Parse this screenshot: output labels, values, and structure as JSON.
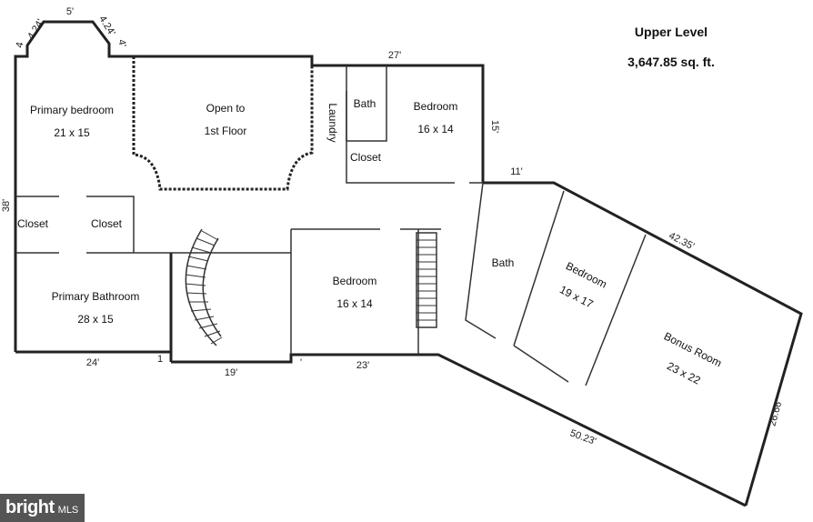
{
  "header": {
    "title": "Upper Level",
    "area": "3,647.85 sq. ft."
  },
  "rooms": {
    "primary_bedroom": {
      "name": "Primary bedroom",
      "size": "21 x 15"
    },
    "open_to": {
      "line1": "Open to",
      "line2": "1st Floor"
    },
    "laundry": "Laundry",
    "bath_small": "Bath",
    "closet_small": "Closet",
    "bedroom_ne": {
      "name": "Bedroom",
      "size": "16 x 14"
    },
    "closet_left": "Closet",
    "closet_right": "Closet",
    "primary_bathroom": {
      "name": "Primary Bathroom",
      "size": "28 x 15"
    },
    "bedroom_mid": {
      "name": "Bedroom",
      "size": "16 x 14"
    },
    "bath_wing": "Bath",
    "bedroom_wing": {
      "name": "Bedroom",
      "size": "19 x 17"
    },
    "bonus_room": {
      "name": "Bonus Room",
      "size": "23 x 22"
    }
  },
  "dimensions": {
    "bay_left_small": "4",
    "bay_left": "4.24'",
    "bay_top": "5'",
    "bay_right": "4.24'",
    "bay_right_small": "4'",
    "left_side": "38'",
    "top_right": "27'",
    "east_wall": "15'",
    "wing_top": "11'",
    "wing_diag": "42.35'",
    "bottom_left": "24'",
    "bottom_mark_1": "1",
    "bottom_mid": "19'",
    "bottom_mark_2": "'",
    "bottom_right": "23'",
    "wing_bottom": "50.23'",
    "wing_end": "26.66'"
  },
  "watermark": {
    "brand": "bright",
    "suffix": "MLS"
  }
}
